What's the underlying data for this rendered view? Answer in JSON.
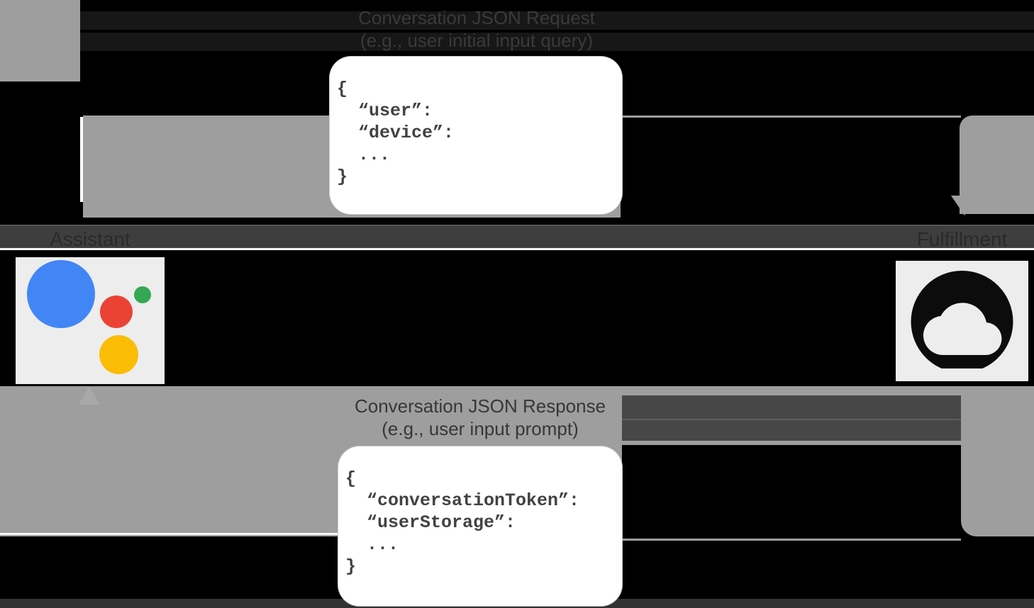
{
  "top_label": {
    "line1": "Conversation JSON Request",
    "line2": "(e.g., user initial input query)"
  },
  "request_box": {
    "code": "{\n  “user”:\n  “device”:\n  ...\n}"
  },
  "entities": {
    "assistant": {
      "label": "Assistant"
    },
    "fulfillment": {
      "label": "Fulfillment"
    }
  },
  "bottom_label": {
    "line1": "Conversation JSON Response",
    "line2": "(e.g., user input prompt)"
  },
  "response_box": {
    "code": "{\n  “conversationToken”:\n  “userStorage”:\n  ...\n}"
  },
  "colors": {
    "background": "#000000",
    "arrow_gray": "#9e9e9e",
    "label_band": "#3e3e3e",
    "box_bg": "#ffffff",
    "icon_tile_bg": "#ededed",
    "json_text": "#424242",
    "assistant_blue": "#4285f4",
    "assistant_red": "#ea4335",
    "assistant_green": "#34a853",
    "assistant_yellow": "#fbbc05",
    "cloud_glyph": "#0c0c0c"
  }
}
